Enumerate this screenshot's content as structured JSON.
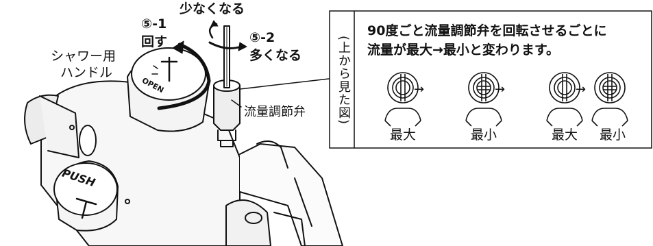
{
  "step1": {
    "number": "⑤-1",
    "text": "回す"
  },
  "top_label": "少なくなる",
  "step2": {
    "number": "⑤-2",
    "text": "多くなる"
  },
  "shower_handle_label": [
    "シャワー用",
    "ハンドル"
  ],
  "flow_valve_label": "流量調節弁",
  "knob_texts": {
    "open": "OPEN",
    "push": "PUSH"
  },
  "panel": {
    "side_label": "(上から見た図)",
    "description": [
      "90度ごと流量調節弁を回転させるごとに",
      "流量が最大→最小と変わります。"
    ],
    "arrow_glyph": "→",
    "valves": [
      {
        "caption": "最大",
        "state": "vertical"
      },
      {
        "caption": "最小",
        "state": "horizontal"
      },
      {
        "caption": "最大",
        "state": "vertical"
      },
      {
        "caption": "最小",
        "state": "horizontal"
      }
    ]
  }
}
